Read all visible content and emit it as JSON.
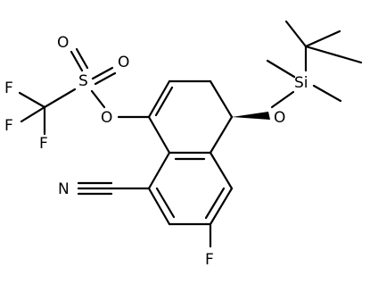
{
  "structure": {
    "atom_labels": {
      "f1": "F",
      "f2": "F",
      "f3": "F",
      "s": "S",
      "o_s1": "O",
      "o_s2": "O",
      "o_ester": "O",
      "si": "Si",
      "o_ether": "O",
      "n": "N",
      "f_ring": "F"
    },
    "colors": {
      "bond": "#000000",
      "label": "#000000",
      "background": "#ffffff"
    }
  }
}
